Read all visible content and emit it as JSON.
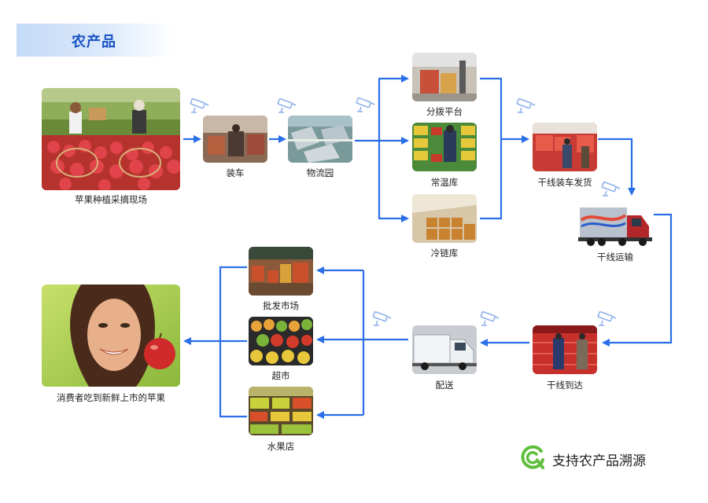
{
  "header": {
    "title": "农产品"
  },
  "nodes": {
    "orchard": "苹果种植采摘现场",
    "loading": "装车",
    "logistics_park": "物流园",
    "distribution_platform": "分拨平台",
    "ambient_warehouse": "常温库",
    "cold_chain_warehouse": "冷链库",
    "trunk_loading": "干线装车发货",
    "trunk_transport": "干线运输",
    "trunk_arrival": "干线到达",
    "delivery": "配送",
    "wholesale_market": "批发市场",
    "supermarket": "超市",
    "fruit_store": "水果店",
    "consumer": "消费者吃到新鲜上市的苹果"
  },
  "footer": {
    "brand_text": "支持农产品溯源"
  },
  "colors": {
    "arrow": "#2a6fe8",
    "camera": "#8fb1ea",
    "brand_green": "#5fbf3c",
    "header_text": "#1a53c4"
  },
  "icons": {
    "camera": "surveillance-camera-icon",
    "brand": "traceability-logo-icon"
  }
}
